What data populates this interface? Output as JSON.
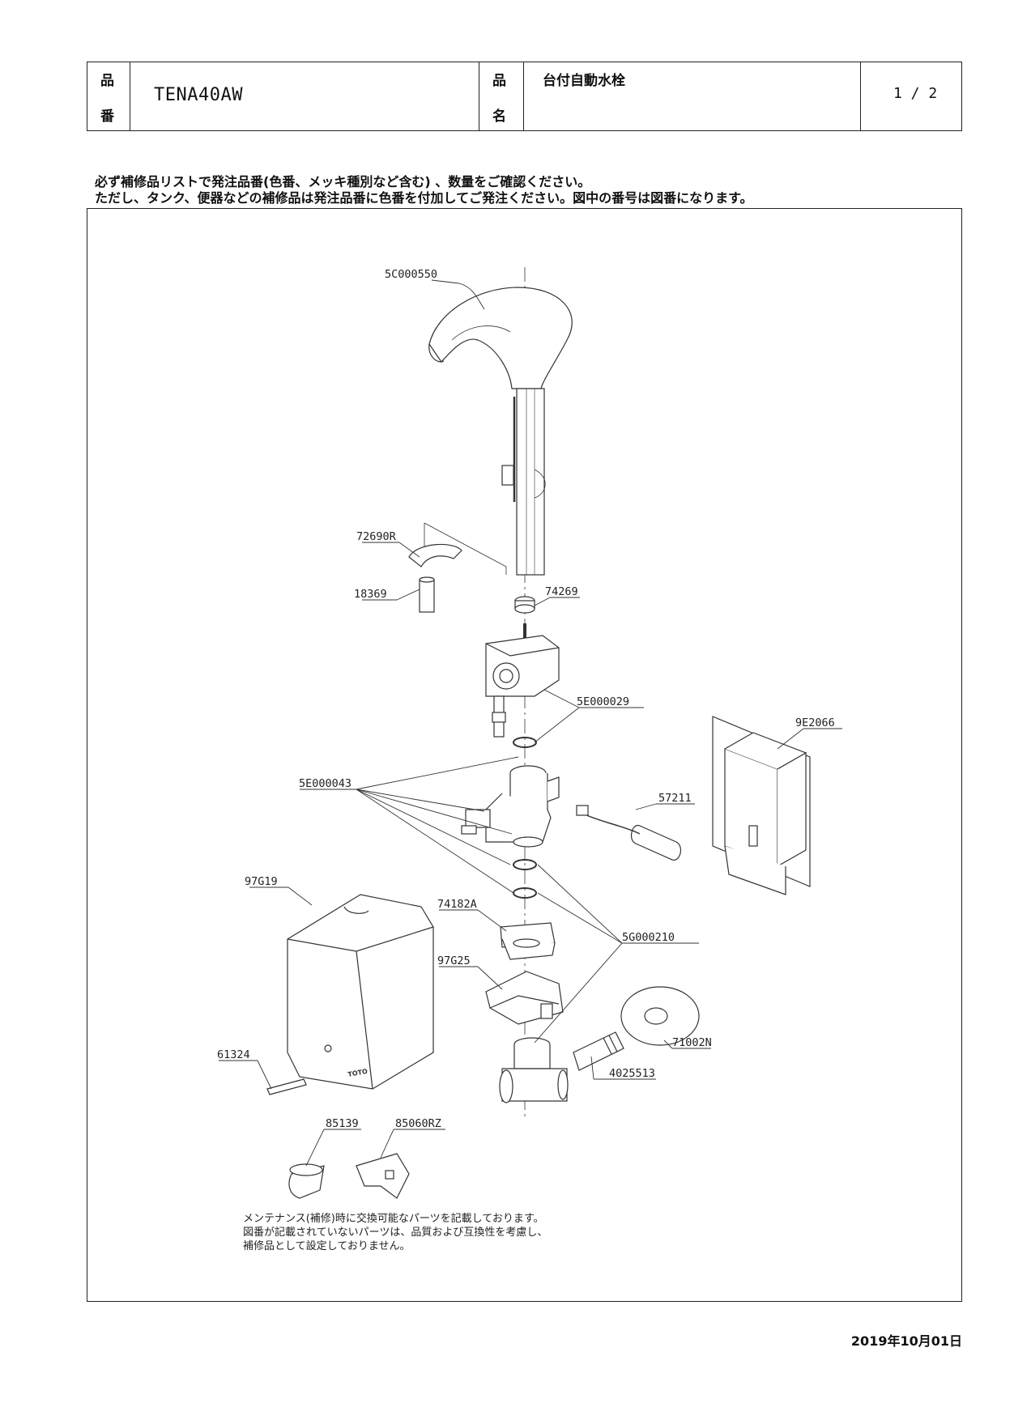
{
  "header": {
    "label_hin": "品",
    "label_ban": "番",
    "label_hin2": "品",
    "label_mei": "名",
    "product_number": "TENA40AW",
    "product_name": "台付自動水栓",
    "page": "1 / 2"
  },
  "notes": [
    "必ず補修品リストで発注品番(色番、メッキ種別など含む) 、数量をご確認ください。",
    "ただし、タンク、便器などの補修品は発注品番に色番を付加してご発注ください。図中の番号は図番になります。"
  ],
  "parts": {
    "spout": "5C000550",
    "fix_plate": "72690R",
    "stud": "18369",
    "ring_74269": "74269",
    "valve_unit": "5E000029",
    "oring_set": "5E000043",
    "controller": "9E2066",
    "battery": "57211",
    "cover": "97G19",
    "bracket_a": "74182A",
    "bracket_b": "97G25",
    "gasket": "5G000210",
    "screw": "61324",
    "flange": "71002N",
    "nipple": "4025513",
    "stop_valve": "85139",
    "key": "85060RZ",
    "brand": "TOTO"
  },
  "remarks": [
    "メンテナンス(補修)時に交換可能なパーツを記載しております。",
    "図番が記載されていないパーツは、品質および互換性を考慮し、",
    "補修品として設定しておりません。"
  ],
  "date": "2019年10月01日"
}
